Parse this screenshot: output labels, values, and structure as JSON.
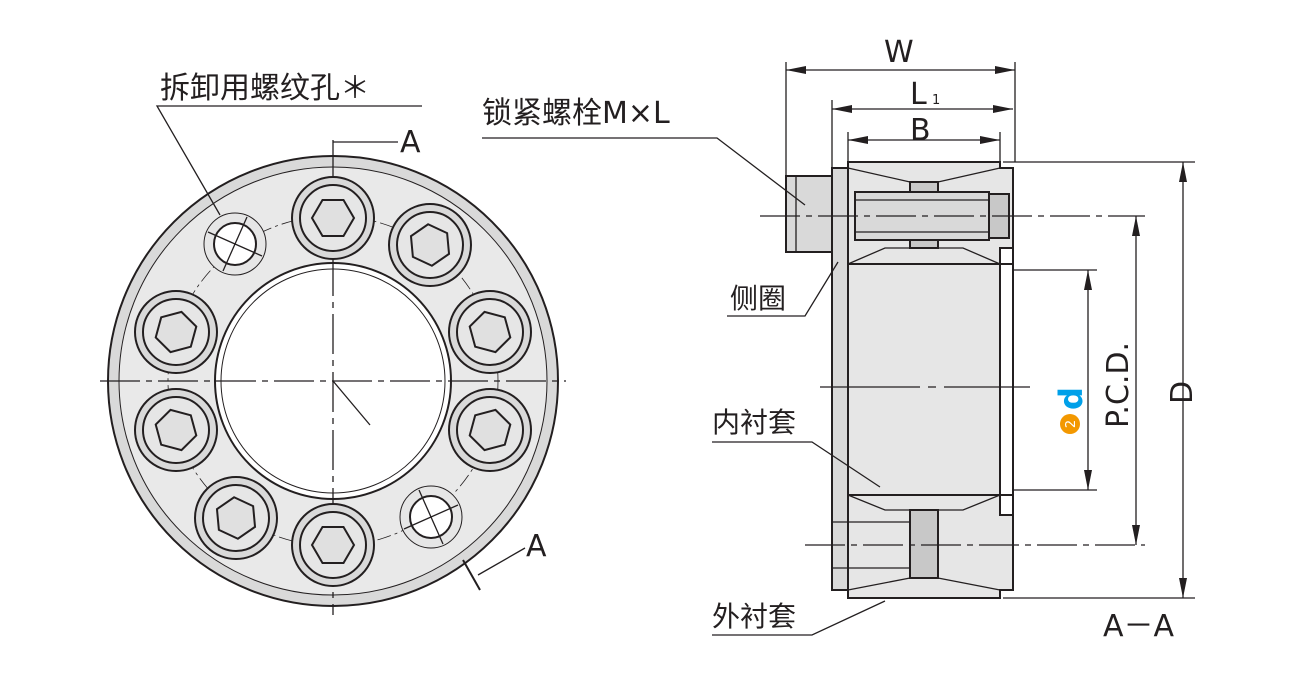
{
  "labels": {
    "removal_hole": "拆卸用螺纹孔＊",
    "section_mark": "A",
    "lock_bolt": "锁紧螺栓M×L",
    "side_ring": "侧圈",
    "inner_sleeve": "内衬套",
    "outer_sleeve": "外衬套",
    "section_title": "A－A"
  },
  "dimensions": {
    "W": "W",
    "L": "L",
    "L_sub": "1",
    "B": "B",
    "D": "D",
    "PCD": "P.C.D.",
    "bore_circle": "2",
    "bore_d": "d"
  },
  "colors": {
    "line": "#231f20",
    "fill_light": "#e6e6e6",
    "fill_ring": "#d9d9d9",
    "fill_dark": "#c8c8c8",
    "accent_orange": "#f39800",
    "accent_blue": "#00a0e9"
  }
}
